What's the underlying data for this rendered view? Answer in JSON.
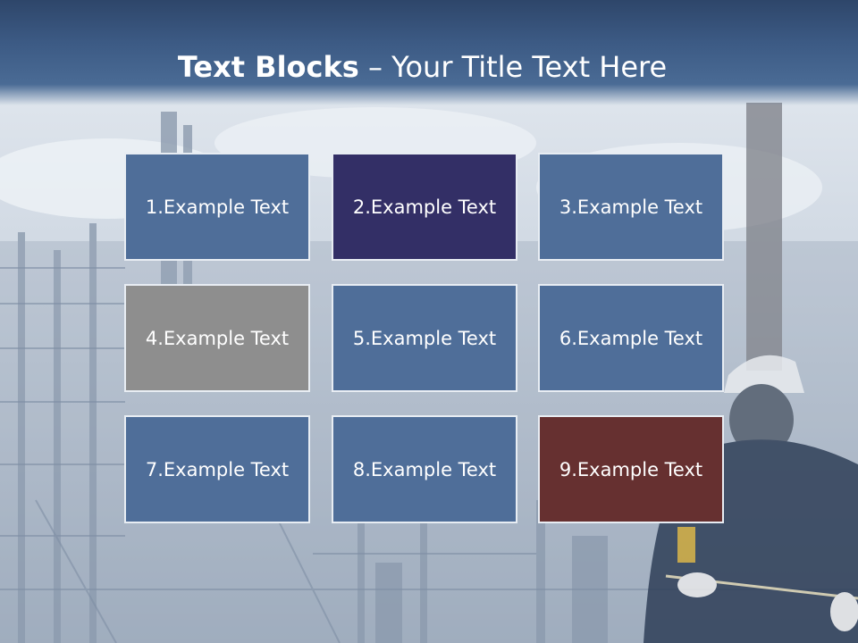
{
  "slide": {
    "title_bold": "Text Blocks",
    "title_sep": " – ",
    "title_rest": "Your Title Text Here"
  },
  "colors": {
    "header": "#3c5a84",
    "block_default": "#4f6e99",
    "block_dark_navy": "#332f66",
    "block_gray": "#8e8e8e",
    "block_maroon": "#663030"
  },
  "blocks": [
    {
      "label": "1.Example Text",
      "color": "#4f6e99"
    },
    {
      "label": "2.Example Text",
      "color": "#332f66"
    },
    {
      "label": "3.Example Text",
      "color": "#4f6e99"
    },
    {
      "label": "4.Example Text",
      "color": "#8e8e8e"
    },
    {
      "label": "5.Example Text",
      "color": "#4f6e99"
    },
    {
      "label": "6.Example Text",
      "color": "#4f6e99"
    },
    {
      "label": "7.Example Text",
      "color": "#4f6e99"
    },
    {
      "label": "8.Example Text",
      "color": "#4f6e99"
    },
    {
      "label": "9.Example Text",
      "color": "#663030"
    }
  ],
  "background_image": "industrial-refinery-photo"
}
